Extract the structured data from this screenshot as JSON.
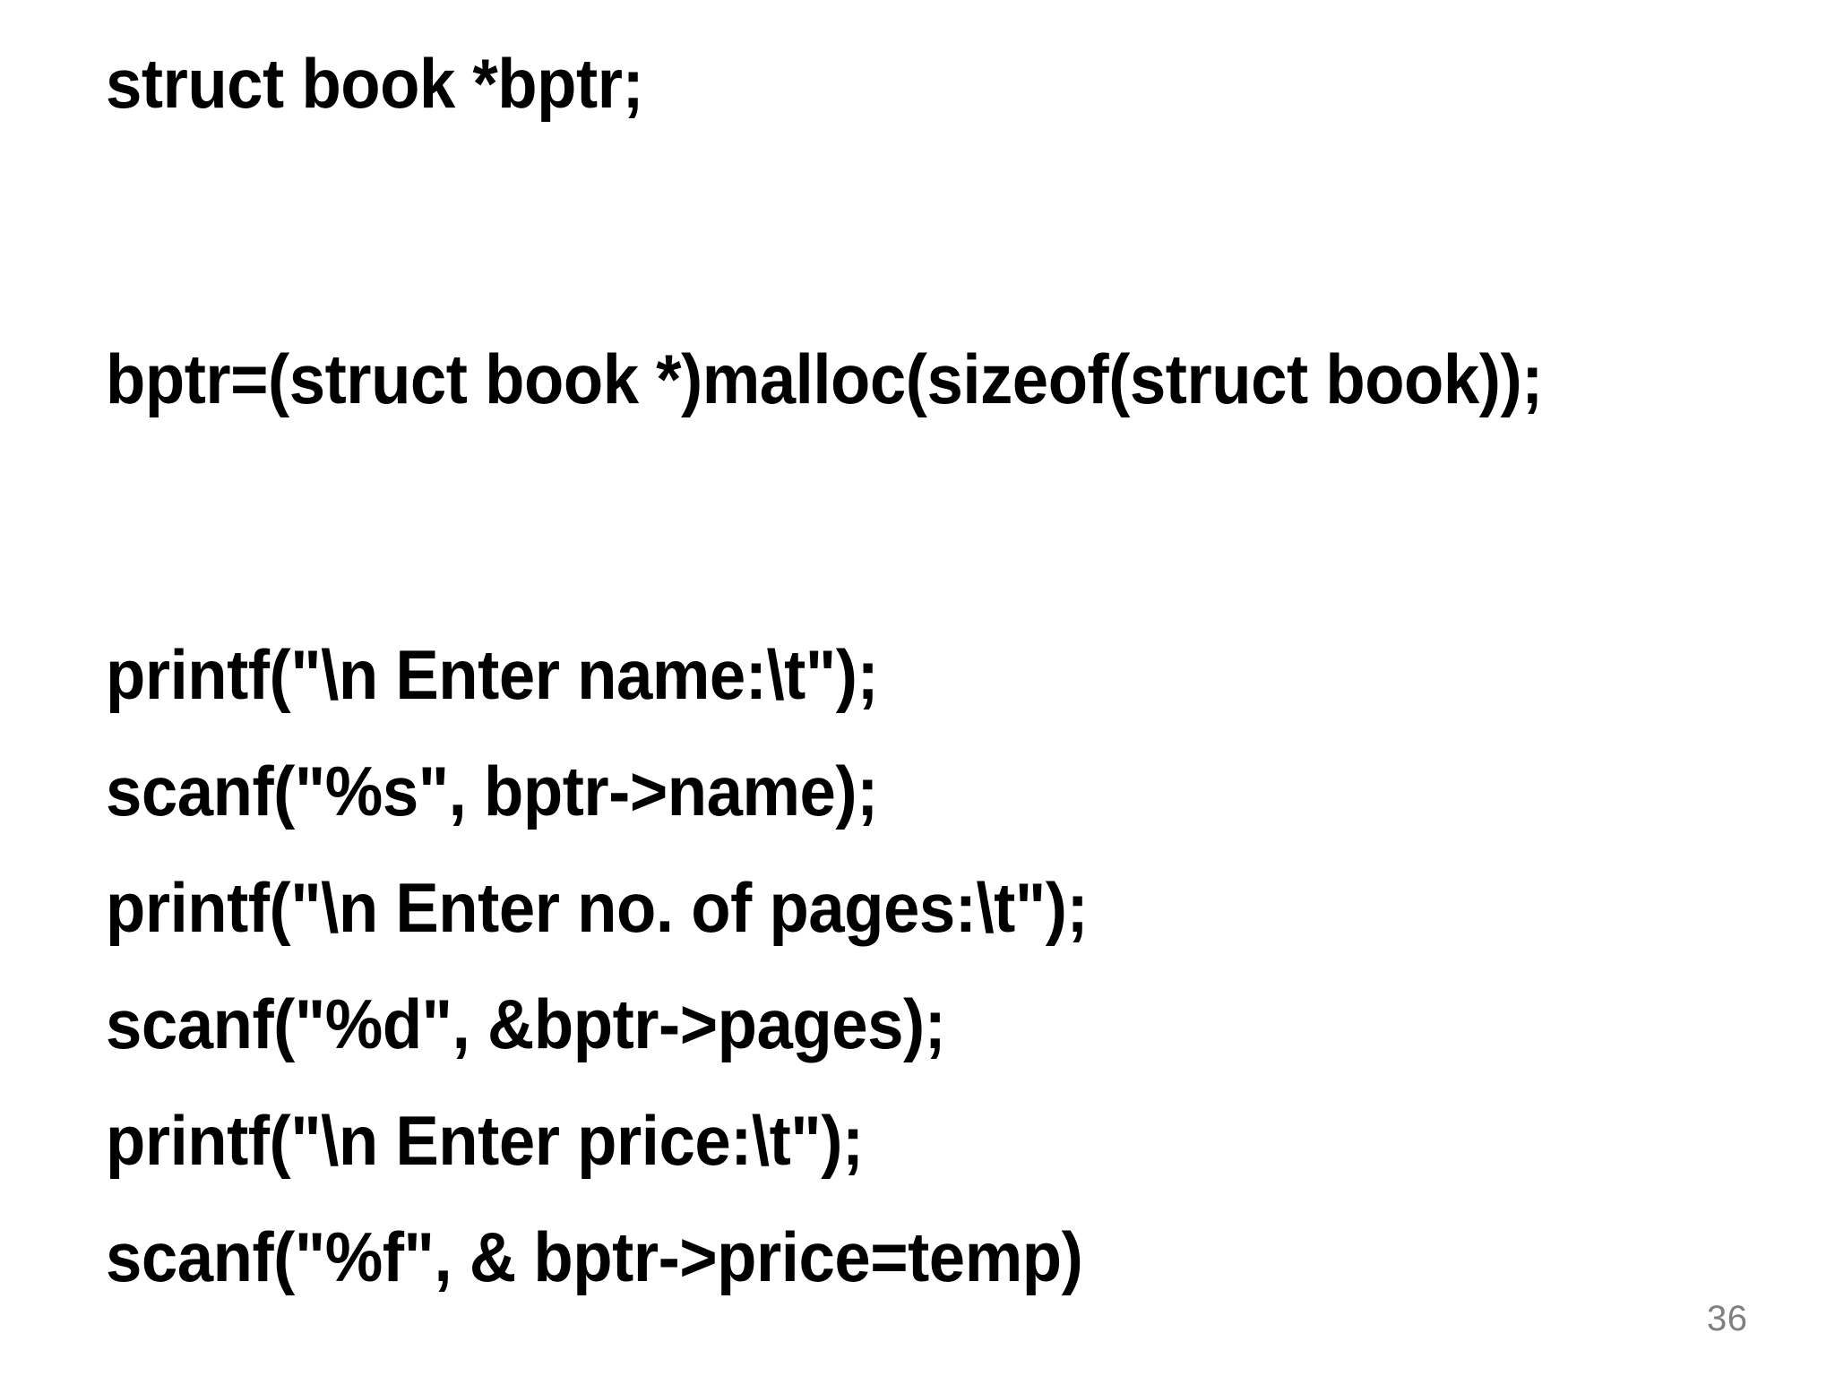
{
  "slide": {
    "background_color": "#ffffff",
    "text_color": "#000000",
    "page_number": "36",
    "page_number_color": "#808080",
    "code_lines": [
      {
        "text": "struct book *bptr;",
        "blank_after": true
      },
      {
        "text": "bptr=(struct book *)malloc(sizeof(struct book));",
        "blank_after": true
      },
      {
        "text": "printf(\"\\n Enter name:\\t\");",
        "blank_after": false
      },
      {
        "text": "scanf(\"%s\", bptr->name);",
        "blank_after": false
      },
      {
        "text": "printf(\"\\n Enter no. of pages:\\t\");",
        "blank_after": false
      },
      {
        "text": "scanf(\"%d\", &bptr->pages);",
        "blank_after": false
      },
      {
        "text": "printf(\"\\n Enter price:\\t\");",
        "blank_after": false
      },
      {
        "text": "scanf(\"%f\", & bptr->price=temp)",
        "blank_after": false
      }
    ]
  }
}
